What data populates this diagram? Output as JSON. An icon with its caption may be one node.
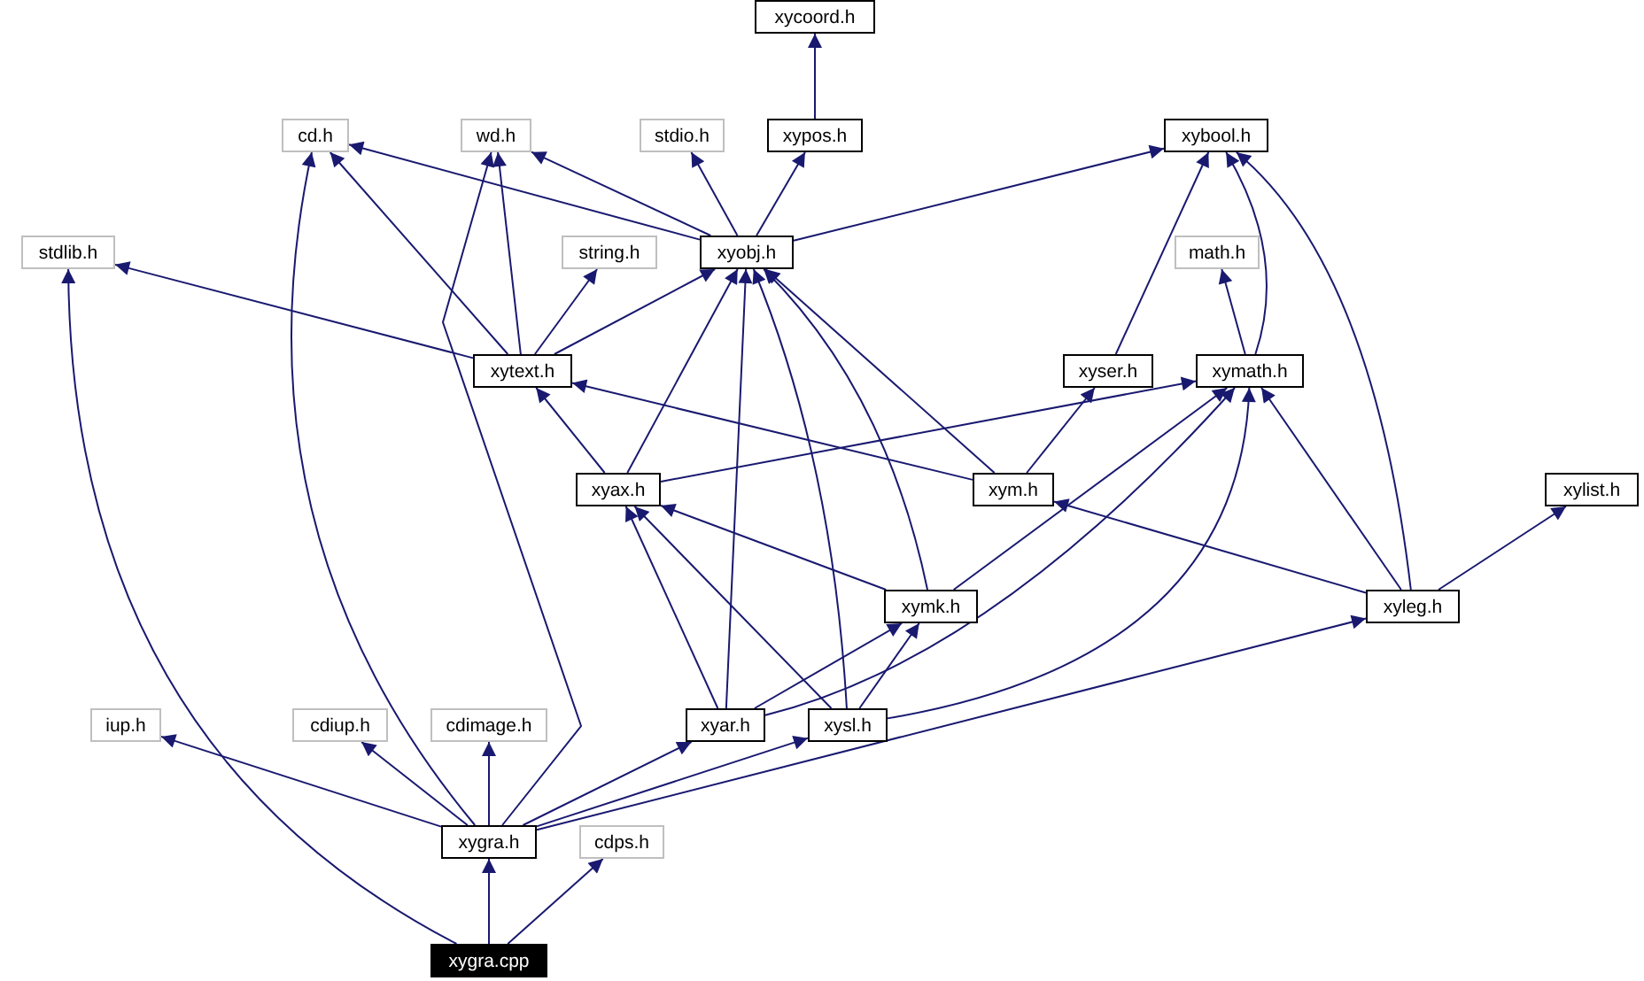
{
  "diagram": {
    "nodes": [
      {
        "text": [
          "xycoord.h"
        ]
      },
      {
        "text": [
          "cd.h"
        ]
      },
      {
        "text": [
          "wd.h"
        ]
      },
      {
        "text": [
          "stdio.h"
        ]
      },
      {
        "text": [
          "xypos.h"
        ]
      },
      {
        "text": [
          "xybool.h"
        ]
      },
      {
        "text": [
          "stdlib.h"
        ]
      },
      {
        "text": [
          "string.h"
        ]
      },
      {
        "text": [
          "xyobj.h"
        ]
      },
      {
        "text": [
          "math.h"
        ]
      },
      {
        "text": [
          "xytext.h"
        ]
      },
      {
        "text": [
          "xyser.h"
        ]
      },
      {
        "text": [
          "xymath.h"
        ]
      },
      {
        "text": [
          "xyax.h"
        ]
      },
      {
        "text": [
          "xym.h"
        ]
      },
      {
        "text": [
          "xylist.h"
        ]
      },
      {
        "text": [
          "xymk.h"
        ]
      },
      {
        "text": [
          "xyleg.h"
        ]
      },
      {
        "text": [
          "iup.h"
        ]
      },
      {
        "text": [
          "cdiup.h"
        ]
      },
      {
        "text": [
          "cdimage.h"
        ]
      },
      {
        "text": [
          "xyar.h"
        ]
      },
      {
        "text": [
          "xysl.h"
        ]
      },
      {
        "text": [
          "xygra.h"
        ]
      },
      {
        "text": [
          "cdps.h"
        ]
      },
      {
        "text": [
          "xygra.cpp"
        ]
      }
    ],
    "edges": [
      {
        "from": 4,
        "to": 0,
        "arrow": "to"
      },
      {
        "from": 8,
        "to": 1,
        "arrow": "to"
      },
      {
        "from": 8,
        "to": 2,
        "arrow": "to"
      },
      {
        "from": 8,
        "to": 3,
        "arrow": "to"
      },
      {
        "from": 8,
        "to": 4,
        "arrow": "to"
      },
      {
        "from": 8,
        "to": 5,
        "arrow": "to"
      },
      {
        "from": 10,
        "to": 6,
        "arrow": "to"
      },
      {
        "from": 10,
        "to": 1,
        "arrow": "to"
      },
      {
        "from": 10,
        "to": 2,
        "arrow": "to"
      },
      {
        "from": 10,
        "to": 7,
        "arrow": "to"
      },
      {
        "from": 10,
        "to": 8,
        "arrow": "to"
      },
      {
        "from": 11,
        "to": 5,
        "arrow": "to"
      },
      {
        "from": 12,
        "to": 9,
        "arrow": "to"
      },
      {
        "from": 12,
        "to": 5,
        "arrow": "to"
      },
      {
        "from": 17,
        "to": 5,
        "arrow": "to"
      },
      {
        "from": 13,
        "to": 10,
        "arrow": "to"
      },
      {
        "from": 13,
        "to": 8,
        "arrow": "to"
      },
      {
        "from": 13,
        "to": 12,
        "arrow": "to"
      },
      {
        "from": 14,
        "to": 10,
        "arrow": "to"
      },
      {
        "from": 14,
        "to": 8,
        "arrow": "to"
      },
      {
        "from": 14,
        "to": 11,
        "arrow": "to"
      },
      {
        "from": 16,
        "to": 8,
        "arrow": "to"
      },
      {
        "from": 16,
        "to": 13,
        "arrow": "to"
      },
      {
        "from": 16,
        "to": 12,
        "arrow": "to"
      },
      {
        "from": 17,
        "to": 14,
        "arrow": "to"
      },
      {
        "from": 17,
        "to": 12,
        "arrow": "to"
      },
      {
        "from": 17,
        "to": 15,
        "arrow": "to"
      },
      {
        "from": 21,
        "to": 8,
        "arrow": "to"
      },
      {
        "from": 21,
        "to": 13,
        "arrow": "to"
      },
      {
        "from": 21,
        "to": 16,
        "arrow": "to"
      },
      {
        "from": 21,
        "to": 12,
        "arrow": "to"
      },
      {
        "from": 22,
        "to": 8,
        "arrow": "to"
      },
      {
        "from": 22,
        "to": 13,
        "arrow": "to"
      },
      {
        "from": 22,
        "to": 16,
        "arrow": "to"
      },
      {
        "from": 22,
        "to": 12,
        "arrow": "to"
      },
      {
        "from": 23,
        "to": 1,
        "arrow": "to"
      },
      {
        "from": 23,
        "to": 2,
        "arrow": "to"
      },
      {
        "from": 23,
        "to": 18,
        "arrow": "to"
      },
      {
        "from": 23,
        "to": 19,
        "arrow": "to"
      },
      {
        "from": 23,
        "to": 20,
        "arrow": "to"
      },
      {
        "from": 23,
        "to": 21,
        "arrow": "to"
      },
      {
        "from": 23,
        "to": 22,
        "arrow": "to"
      },
      {
        "from": 23,
        "to": 17,
        "arrow": "to"
      },
      {
        "from": 25,
        "to": 6,
        "arrow": "to"
      },
      {
        "from": 25,
        "to": 23,
        "arrow": "to"
      },
      {
        "from": 25,
        "to": 24,
        "arrow": "to"
      }
    ]
  }
}
